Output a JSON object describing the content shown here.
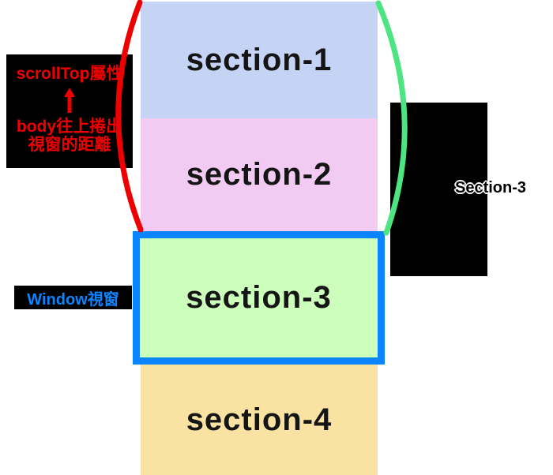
{
  "sections": [
    {
      "label": "section-1",
      "color": "#c5d3f5"
    },
    {
      "label": "section-2",
      "color": "#f2cbf2"
    },
    {
      "label": "section-3",
      "color": "#ccffbb"
    },
    {
      "label": "section-4",
      "color": "#fae3a2"
    }
  ],
  "annotations": {
    "scrolltop": {
      "line1": "scrollTop屬性",
      "line2": "body往上捲出",
      "line3": "視窗的距離",
      "text_color": "#ee0000",
      "arrow": "up-arrow"
    },
    "window_label": {
      "text": "Window視窗",
      "text_color": "#0a84ff"
    },
    "right_label": {
      "text": "Section-3"
    }
  },
  "colors": {
    "window_border_blue": "#0a84ff",
    "scroll_arc_red": "#ee0000",
    "offset_arc_green": "#4de482",
    "annotation_bg": "#000000",
    "page_bg": "#ffffff"
  }
}
